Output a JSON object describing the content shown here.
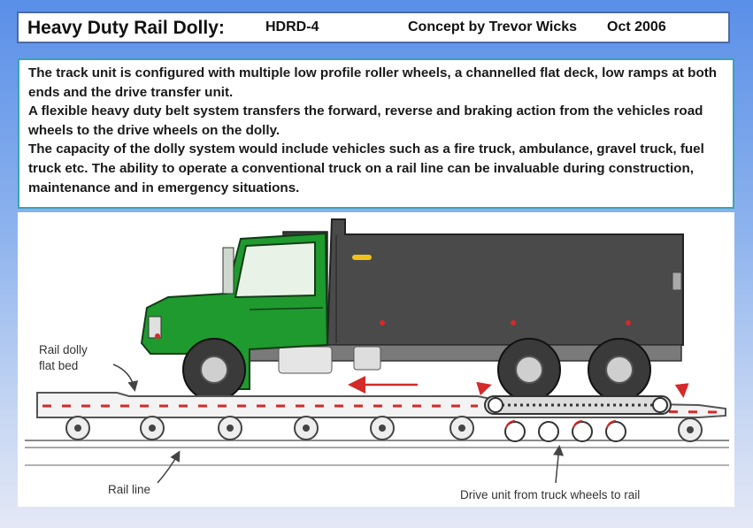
{
  "header": {
    "title": "Heavy Duty Rail Dolly:",
    "code": "HDRD-4",
    "concept": "Concept by Trevor Wicks",
    "date": "Oct 2006"
  },
  "description": {
    "paragraphs": [
      "The track unit is configured with multiple low profile roller wheels, a channelled flat deck, low ramps at both ends and the drive transfer unit.",
      "A flexible heavy duty belt system transfers the forward, reverse and braking action from the vehicles road wheels to the drive wheels on the dolly.",
      "The capacity of the dolly system would include vehicles such as a fire truck, ambulance, gravel truck, fuel truck etc. The ability to operate a conventional truck on a rail line can be invaluable during construction, maintenance and in emergency situations."
    ]
  },
  "illustration": {
    "labels": {
      "flat_bed_line1": "Rail dolly",
      "flat_bed_line2": "flat bed",
      "rail_line": "Rail line",
      "drive_unit": "Drive unit from truck wheels to rail"
    },
    "colors": {
      "cab": "#1f9a2e",
      "dump_body": "#4a4a4a",
      "arrow": "#d42a2a",
      "rail": "#8a8a8a"
    }
  }
}
